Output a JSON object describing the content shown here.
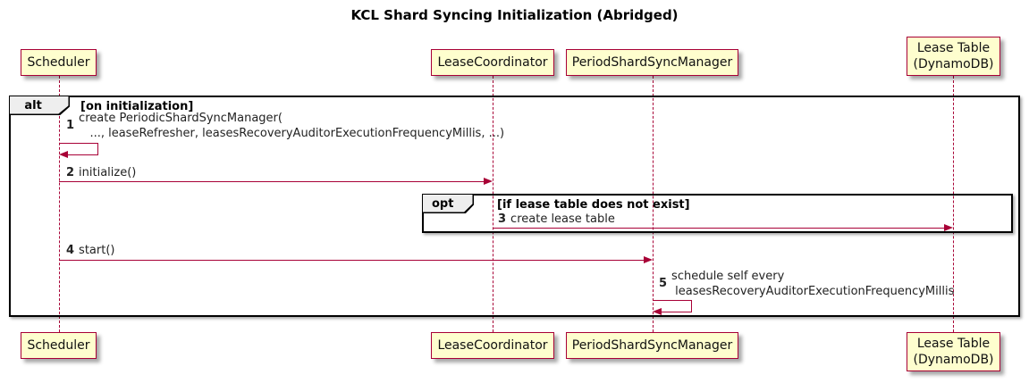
{
  "title": "KCL Shard Syncing Initialization (Abridged)",
  "participants": [
    {
      "name": "Scheduler"
    },
    {
      "name": "LeaseCoordinator"
    },
    {
      "name": "PeriodShardSyncManager"
    },
    {
      "name": "Lease Table\n(DynamoDB)"
    }
  ],
  "frames": {
    "alt": {
      "label": "alt",
      "condition": "[on initialization]"
    },
    "opt": {
      "label": "opt",
      "condition": "[if lease table does not exist]"
    }
  },
  "messages": [
    {
      "num": "1",
      "text": "create PeriodicShardSyncManager(\n   ..., leaseRefresher, leasesRecoveryAuditorExecutionFrequencyMillis, ...)",
      "from": "Scheduler",
      "to": "Scheduler",
      "kind": "self"
    },
    {
      "num": "2",
      "text": "initialize()",
      "from": "Scheduler",
      "to": "LeaseCoordinator",
      "kind": "arrow"
    },
    {
      "num": "3",
      "text": "create lease table",
      "from": "LeaseCoordinator",
      "to": "Lease Table (DynamoDB)",
      "kind": "arrow"
    },
    {
      "num": "4",
      "text": "start()",
      "from": "Scheduler",
      "to": "PeriodShardSyncManager",
      "kind": "arrow"
    },
    {
      "num": "5",
      "text": "schedule self every\n leasesRecoveryAuditorExecutionFrequencyMillis",
      "from": "PeriodShardSyncManager",
      "to": "PeriodShardSyncManager",
      "kind": "self"
    }
  ],
  "colors": {
    "participant_fill": "#FEFECE",
    "participant_border": "#A80036",
    "arrow": "#A80036",
    "lifeline": "#A80036",
    "frame_border": "#000000",
    "frame_label_fill": "#EEEEEE"
  }
}
